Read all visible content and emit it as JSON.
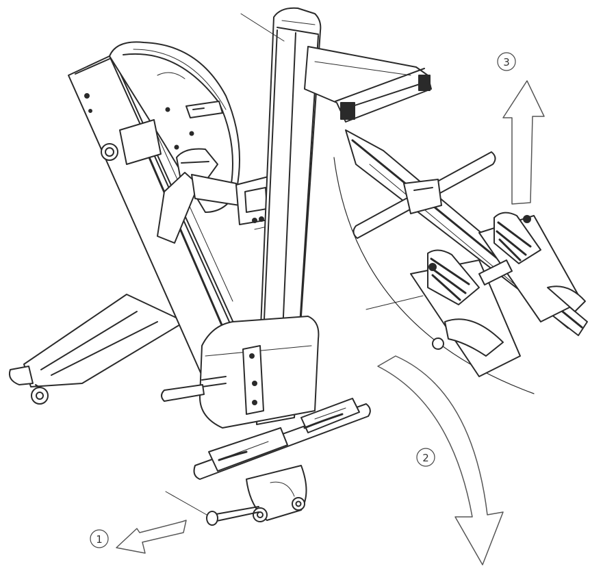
{
  "steps": [
    {
      "label": "1"
    },
    {
      "label": "2"
    },
    {
      "label": "3"
    }
  ],
  "colors": {
    "ink": "#2a2a2a",
    "arrow": "#555555",
    "background": "#ffffff"
  }
}
